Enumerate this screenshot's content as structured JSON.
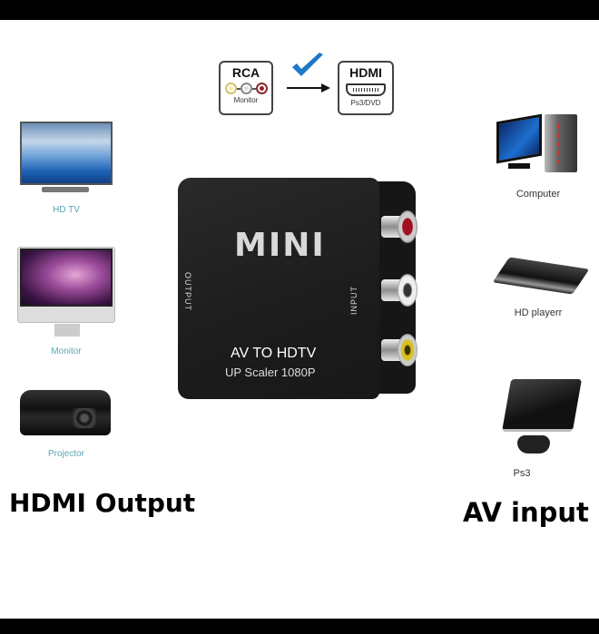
{
  "frame": {
    "top_bar_color": "#000000",
    "bottom_bar_color": "#000000",
    "background": "#ffffff"
  },
  "diagram": {
    "source": {
      "title": "RCA",
      "subtitle": "Monitor",
      "jack_colors": [
        "#f2ee9a",
        "#dddddd",
        "#a0202a"
      ]
    },
    "check_icon": "checkmark-icon",
    "check_color": "#1e78c8",
    "arrow_icon": "right-arrow-icon",
    "target": {
      "title": "HDMI",
      "subtitle": "Ps3/DVD"
    }
  },
  "product": {
    "brand": "MINI",
    "output_label": "OUTPUT",
    "input_label": "INPUT",
    "line1": "AV TO HDTV",
    "line2": "UP Scaler 1080P",
    "input_jacks": [
      {
        "color": "red",
        "hex": "#a01020"
      },
      {
        "color": "white",
        "hex": "#e8e8e8"
      },
      {
        "color": "yellow",
        "hex": "#d8c020"
      }
    ]
  },
  "outputs": {
    "heading": "HDMI Output",
    "devices": [
      {
        "icon": "hd-tv-icon",
        "label": "HD TV"
      },
      {
        "icon": "monitor-icon",
        "label": "Monitor"
      },
      {
        "icon": "projector-icon",
        "label": "Projector"
      }
    ]
  },
  "inputs": {
    "heading": "AV input",
    "devices": [
      {
        "icon": "computer-icon",
        "label": "Computer"
      },
      {
        "icon": "hd-player-icon",
        "label": "HD playerr"
      },
      {
        "icon": "ps3-icon",
        "label": "Ps3"
      }
    ]
  }
}
